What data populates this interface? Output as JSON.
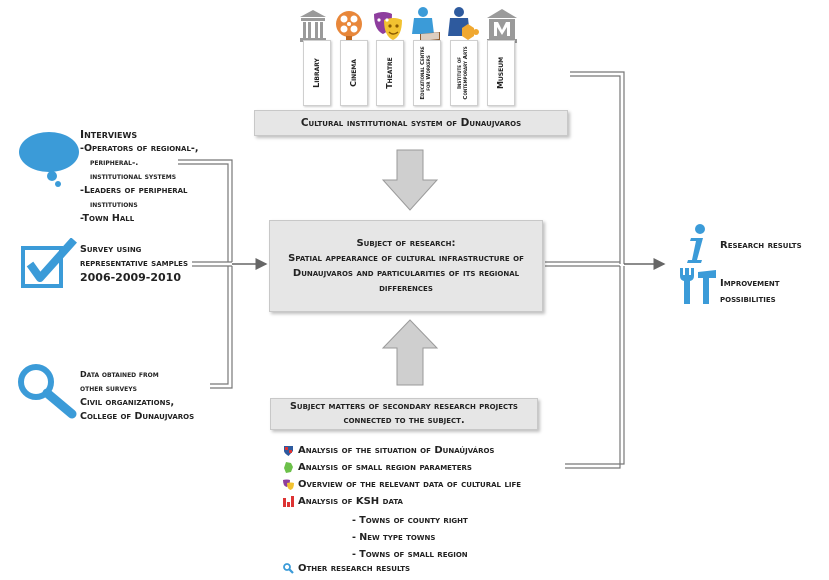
{
  "institutions": [
    {
      "label": "Library",
      "icon": "library-icon"
    },
    {
      "label": "Cinema",
      "icon": "cinema-icon"
    },
    {
      "label": "Theatre",
      "icon": "theatre-icon"
    },
    {
      "label": "Educational Centre for Workers",
      "icon": "educational-centre-icon"
    },
    {
      "label": "Institute of Contemporary Arts",
      "icon": "institute-arts-icon"
    },
    {
      "label": "Museum",
      "icon": "museum-icon"
    }
  ],
  "top_box": "Cultural institutional system of Dunaujvaros",
  "center_box": {
    "title": "Subject of research:",
    "text": "Spatial appearance of cultural infrastructure of Dunaujvaros and particularities of its regional differences"
  },
  "secondary_box": "Subject matters of secondary research projects connected to the subject.",
  "interviews": {
    "title": "Interviews",
    "lines": [
      "-Operators of regional-,",
      "peripheral-.",
      "institutional systems",
      "-Leaders of peripheral",
      "institutions",
      "-Town Hall"
    ]
  },
  "survey": {
    "line1": "Survey using",
    "line2": "representative samples",
    "years": "2006-2009-2010"
  },
  "other_data": {
    "line1": "Data obtained from",
    "line2": "other surveys",
    "line3": "Civil organizations,",
    "line4": "College of Dunaujvaros"
  },
  "analysis_items": [
    "Analysis of the situation of Dunaújváros",
    "Analysis of small region parameters",
    "Overview of the relevant data of cultural life",
    "Analysis of KSH data"
  ],
  "ksh_subitems": [
    "- Towns of county right",
    "- New type towns",
    "- Towns of small region"
  ],
  "other_results": "Other research results",
  "results": {
    "research_results": "Research results",
    "improvement_line1": "Improvement",
    "improvement_line2": "possibilities"
  },
  "colors": {
    "blue": "#3b9bd8",
    "gray_icon": "#9a9a9a",
    "box_fill": "#e6e6e6"
  }
}
